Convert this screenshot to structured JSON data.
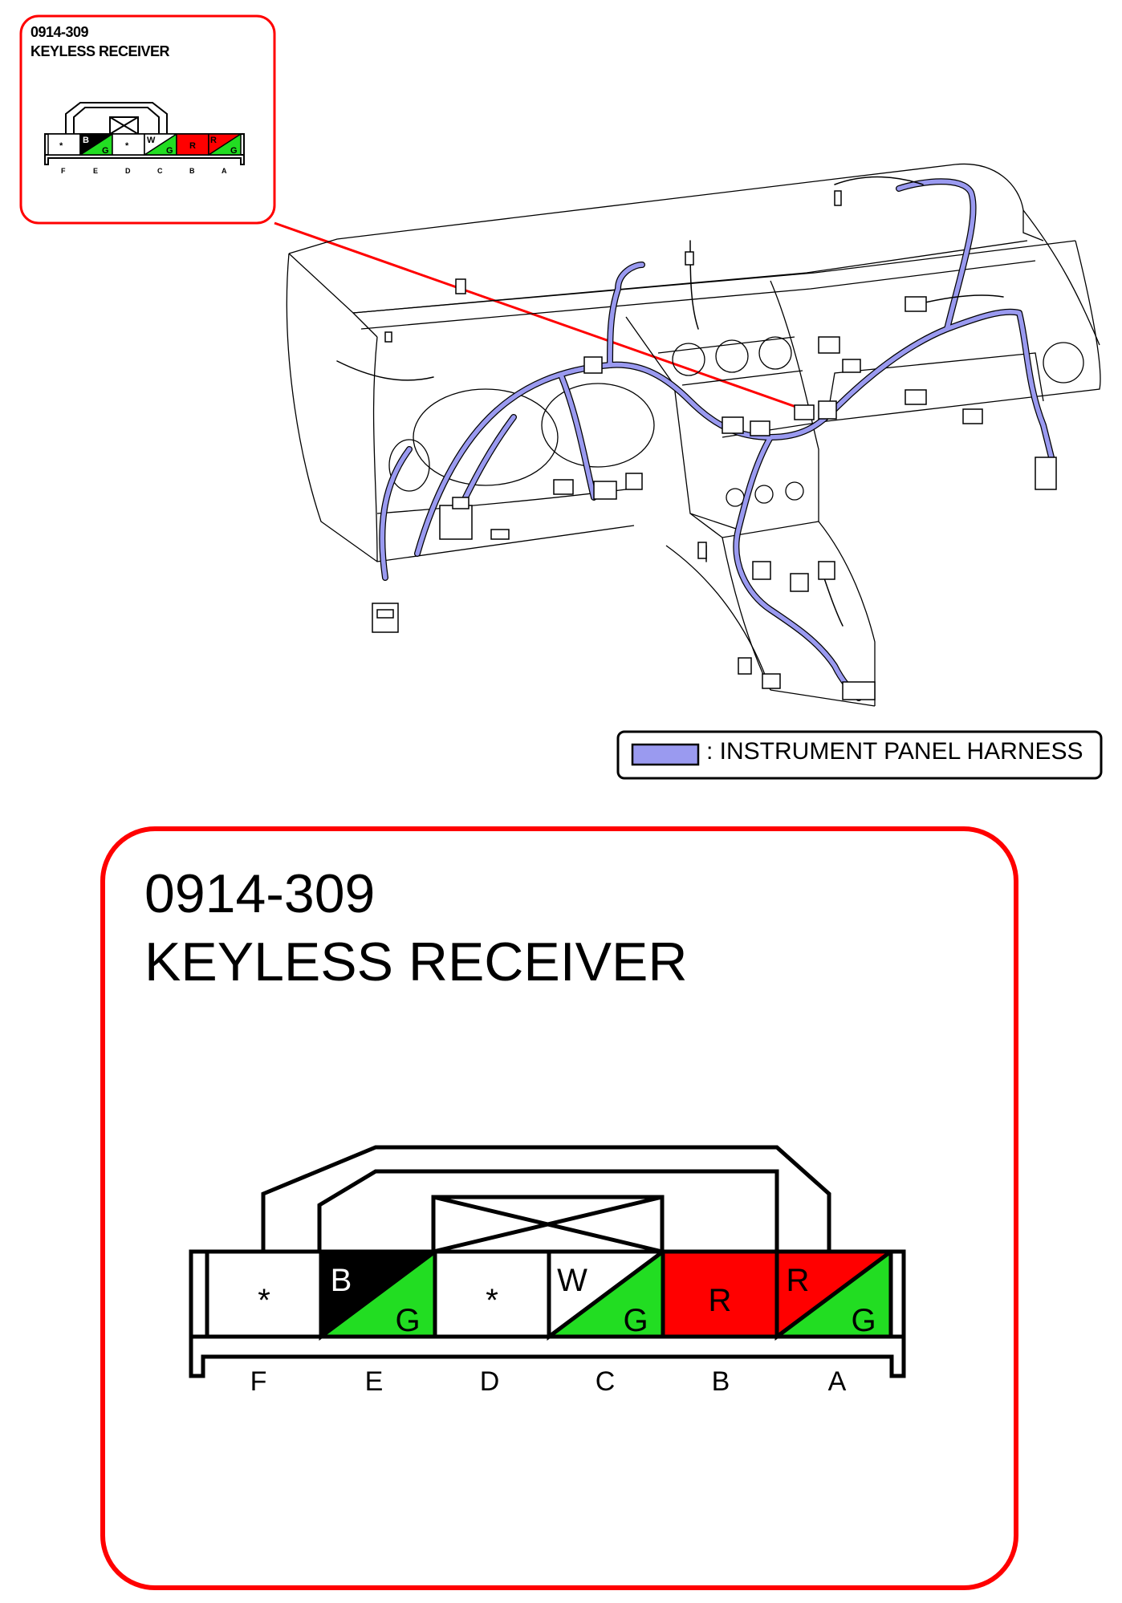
{
  "small_callout": {
    "connector_code": "0914-309",
    "connector_name": "KEYLESS RECEIVER"
  },
  "detail_callout": {
    "connector_code": "0914-309",
    "connector_name": "KEYLESS RECEIVER"
  },
  "legend": {
    "label": ": INSTRUMENT PANEL HARNESS",
    "swatch_color": "#9a9af0"
  },
  "connector": {
    "pins": [
      {
        "pin": "F",
        "type": "empty",
        "marks": [
          "*"
        ]
      },
      {
        "pin": "E",
        "type": "split",
        "top": "B",
        "bottom": "G",
        "top_color": "#000000",
        "bottom_color": "#22dd22"
      },
      {
        "pin": "D",
        "type": "empty",
        "marks": [
          "*"
        ]
      },
      {
        "pin": "C",
        "type": "split",
        "top": "W",
        "bottom": "G",
        "top_color": "#ffffff",
        "bottom_color": "#22dd22"
      },
      {
        "pin": "B",
        "type": "solid",
        "mark": "R",
        "color": "#ff0000"
      },
      {
        "pin": "A",
        "type": "split",
        "top": "R",
        "bottom": "G",
        "top_color": "#ff0000",
        "bottom_color": "#22dd22"
      }
    ]
  },
  "colors": {
    "callout_border": "#ff0000",
    "harness": "#9a9af0",
    "outline": "#000000"
  }
}
